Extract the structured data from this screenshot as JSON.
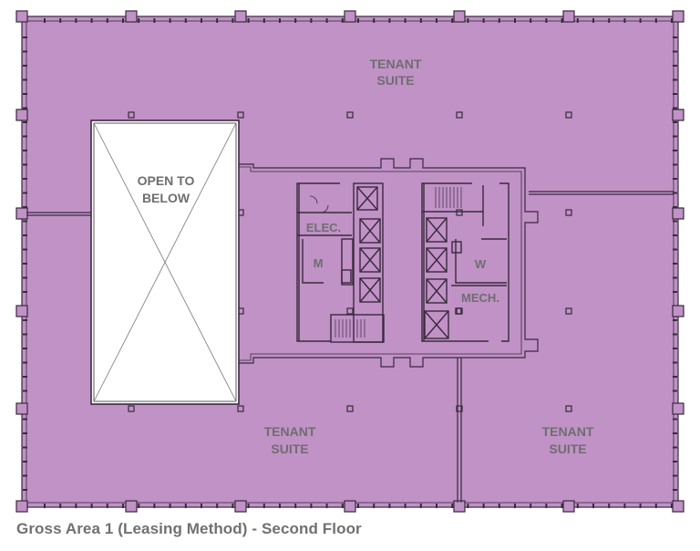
{
  "colors": {
    "floor_fill": "#c092c6",
    "wall": "#3a2a3c",
    "open_fill": "#ffffff",
    "label": "#6e6e6e",
    "background": "#ffffff"
  },
  "spaces": {
    "tenant_top": {
      "line1": "TENANT",
      "line2": "SUITE"
    },
    "tenant_bottom_left": {
      "line1": "TENANT",
      "line2": "SUITE"
    },
    "tenant_bottom_right": {
      "line1": "TENANT",
      "line2": "SUITE"
    },
    "open_to_below": {
      "line1": "OPEN TO",
      "line2": "BELOW"
    }
  },
  "core_rooms": {
    "elec": "ELEC.",
    "m": "M",
    "w": "W",
    "mech": "MECH."
  },
  "caption": "Gross Area 1 (Leasing Method) - Second Floor"
}
